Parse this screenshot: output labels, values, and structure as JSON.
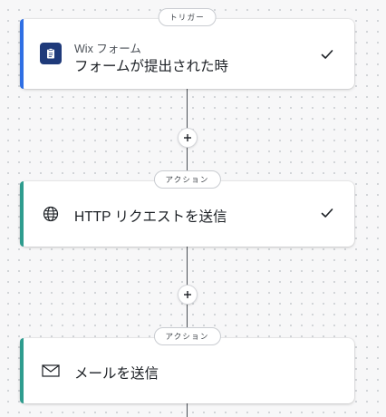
{
  "steps": [
    {
      "badge": "トリガー",
      "subtitle": "Wix フォーム",
      "title": "フォームが提出された時",
      "icon": "clipboard-form-icon",
      "accent_color": "#2f6fe4",
      "completed": true
    },
    {
      "badge": "アクション",
      "title": "HTTP リクエストを送信",
      "icon": "globe-icon",
      "accent_color": "#2e9c8e",
      "completed": true
    },
    {
      "badge": "アクション",
      "title": "メールを送信",
      "icon": "envelope-icon",
      "accent_color": "#2e9c8e",
      "completed": false
    }
  ],
  "add_step": {
    "label": "+",
    "icon": "plus-icon"
  }
}
